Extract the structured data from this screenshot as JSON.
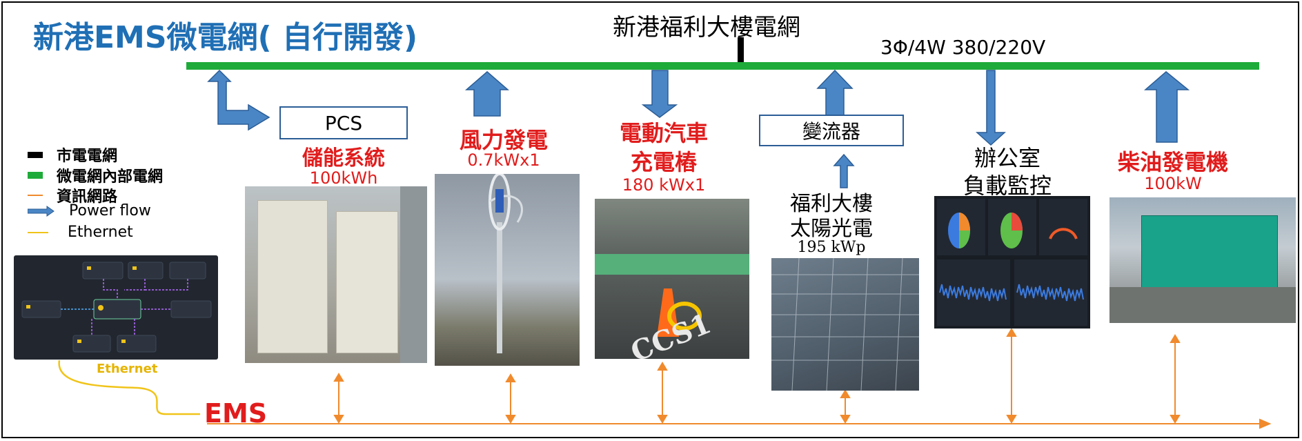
{
  "title": "新港EMS微電網( 自行開發)",
  "grid": {
    "name": "新港福利大樓電網",
    "voltage": "3Φ/4W 380/220V"
  },
  "legend": [
    {
      "label": "市電電網",
      "color": "#000000"
    },
    {
      "label": "微電網內部電網",
      "color": "#1fab3a"
    },
    {
      "label": "資訊網路",
      "color": "#f08a2c"
    },
    {
      "label": "Power flow",
      "color": "#4a86c5"
    },
    {
      "label": "Ethernet",
      "color": "#f0c419"
    }
  ],
  "nodes": {
    "storage": {
      "box": "PCS",
      "name": "儲能系統",
      "spec": "100kWh"
    },
    "wind": {
      "name": "風力發電",
      "spec": "0.7kWx1"
    },
    "ev": {
      "name1": "電動汽車",
      "name2": "充電樁",
      "spec": "180 kWx1",
      "plate": "CCS1"
    },
    "solar": {
      "box": "變流器",
      "name1": "福利大樓",
      "name2": "太陽光電",
      "spec": "195 kWp"
    },
    "office": {
      "name1": "辦公室",
      "name2": "負載監控"
    },
    "diesel": {
      "name": "柴油發電機",
      "spec": "100kW"
    }
  },
  "ems": {
    "label": "EMS",
    "ethernet_label": "Ethernet"
  },
  "colors": {
    "title": "#1f6fb5",
    "accent_red": "#e11c1c",
    "grid_green": "#1fab3a",
    "arrow_blue": "#4a86c5",
    "info_orange": "#f08a2c"
  }
}
